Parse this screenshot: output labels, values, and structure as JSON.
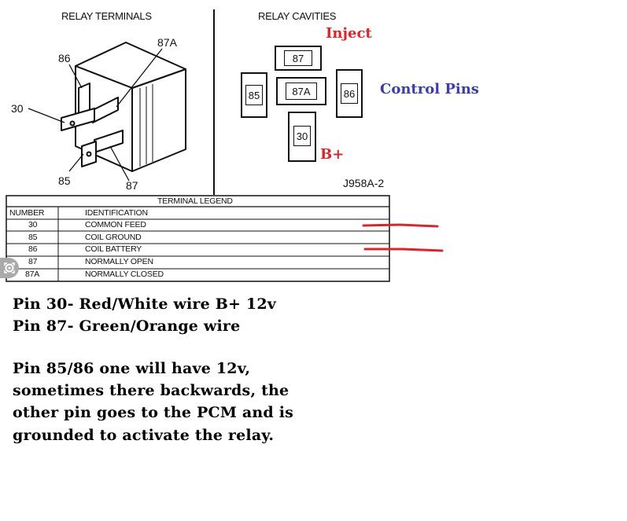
{
  "relay_terminals": {
    "title": "RELAY TERMINALS",
    "labels": {
      "t86": "86",
      "t87a": "87A",
      "t30": "30",
      "t85": "85",
      "t87": "87"
    }
  },
  "relay_cavities": {
    "title": "RELAY CAVITIES",
    "cavities": {
      "c87": "87",
      "c87a": "87A",
      "c85": "85",
      "c86": "86",
      "c30": "30"
    },
    "figure_code": "J958A-2"
  },
  "annotations": {
    "inject": "Inject",
    "control_pins": "Control Pins",
    "b_plus": "B+",
    "colors": {
      "red": "#d7262c",
      "blue": "#3a3fa8"
    }
  },
  "terminal_legend": {
    "title": "TERMINAL LEGEND",
    "headers": {
      "number": "NUMBER",
      "identification": "IDENTIFICATION"
    },
    "rows": [
      {
        "number": "30",
        "identification": "COMMON FEED"
      },
      {
        "number": "85",
        "identification": "COIL GROUND"
      },
      {
        "number": "86",
        "identification": "COIL BATTERY"
      },
      {
        "number": "87",
        "identification": "NORMALLY OPEN"
      },
      {
        "number": "87A",
        "identification": "NORMALLY CLOSED"
      }
    ]
  },
  "notes": {
    "line1": "Pin 30- Red/White wire B+ 12v",
    "line2": "Pin 87- Green/Orange wire",
    "line3": "Pin 85/86 one will have 12v,",
    "line4": "sometimes there backwards, the",
    "line5": "other pin goes to the PCM and is",
    "line6": "grounded to activate the relay."
  },
  "icons": {
    "lens": "lens-search-icon"
  }
}
